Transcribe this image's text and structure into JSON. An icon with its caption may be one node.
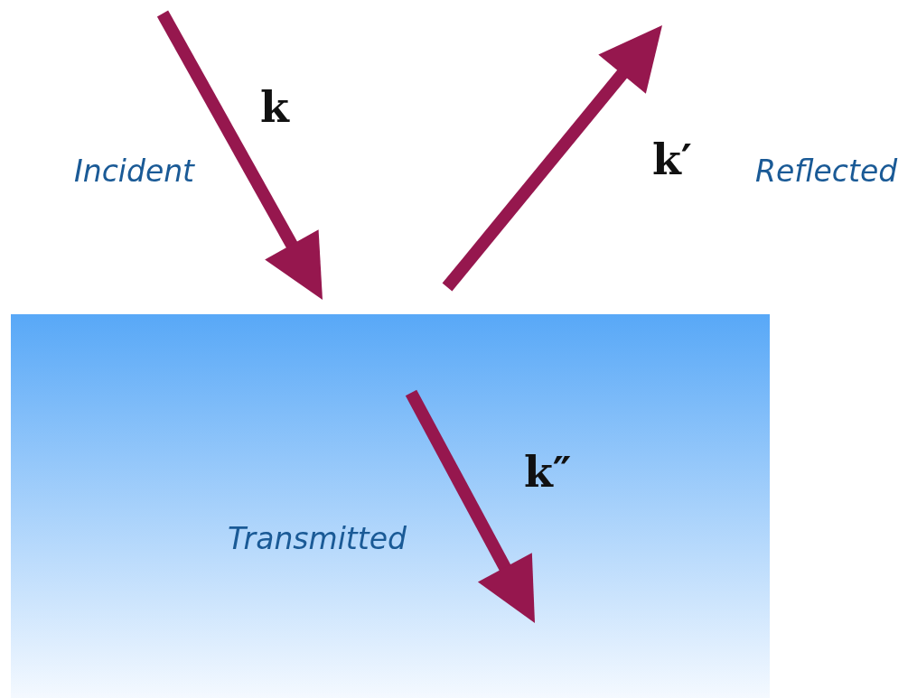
{
  "diagram": {
    "nodes": [
      {
        "text": [
          "k″",
          "Transmitted"
        ]
      }
    ],
    "labels": [
      "k",
      "Incident",
      "k′",
      "Reflected"
    ]
  }
}
